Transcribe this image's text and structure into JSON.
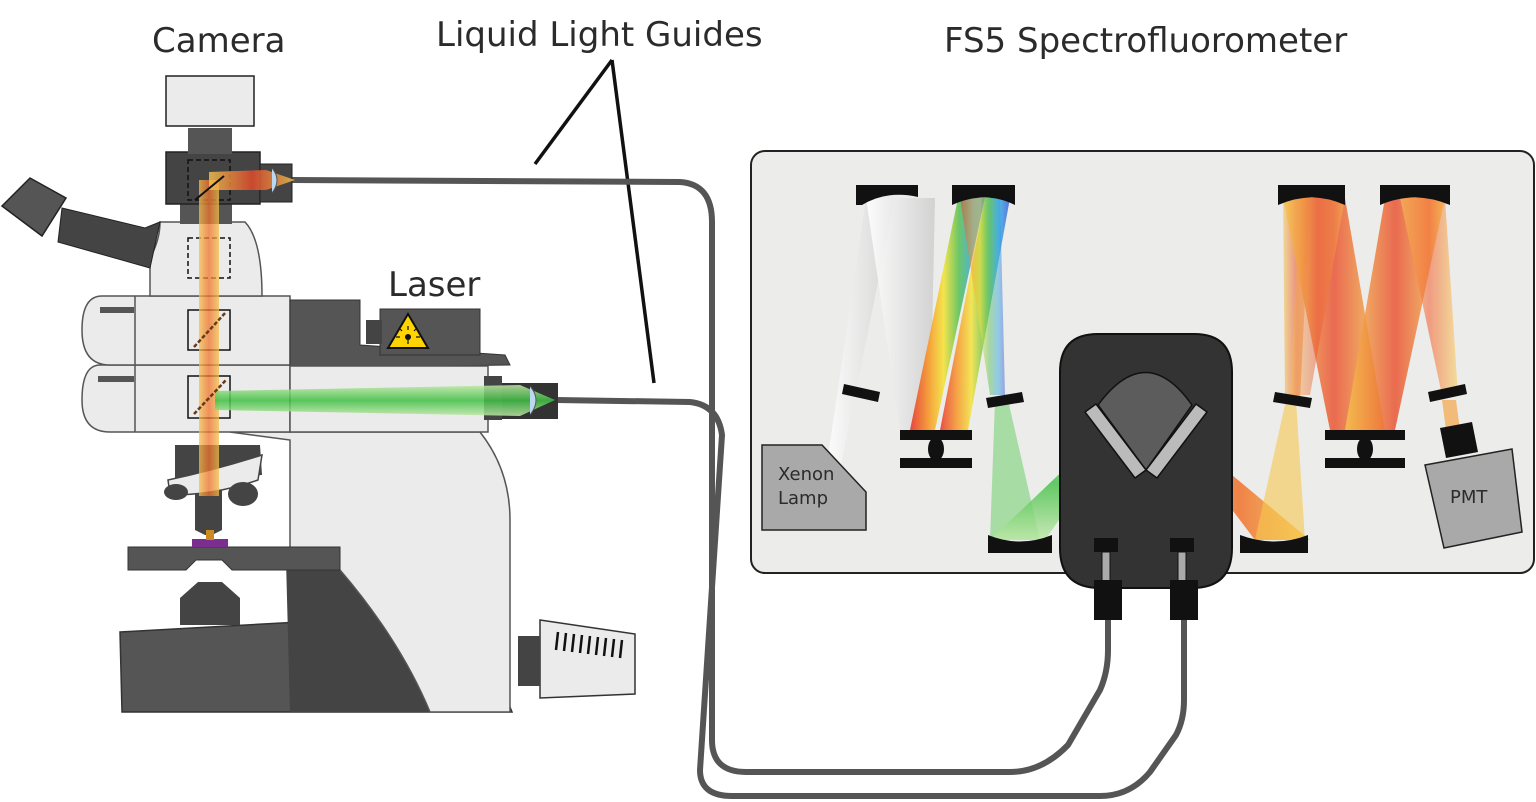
{
  "labels": {
    "camera": "Camera",
    "light_guides": "Liquid Light Guides",
    "spectrofluorometer": "FS5 Spectrofluorometer",
    "laser": "Laser",
    "xenon_line1": "Xenon",
    "xenon_line2": "Lamp",
    "pmt": "PMT"
  },
  "colors": {
    "scope_body": "#ebebeb",
    "scope_dark": "#5a5a5a",
    "outline": "#555555",
    "guide": "#555555",
    "fs5_panel": "#ececea",
    "sample_housing": "#333333",
    "excitation_beam": "#4cc24a",
    "emission_beam": "#f7a428",
    "camera_beam": "#f0883a",
    "mirror": "#111111",
    "sample": "#7a2f8f",
    "laser_warning": "#ffd400"
  },
  "icons": {
    "laser_warning": "laser-warning-icon"
  }
}
